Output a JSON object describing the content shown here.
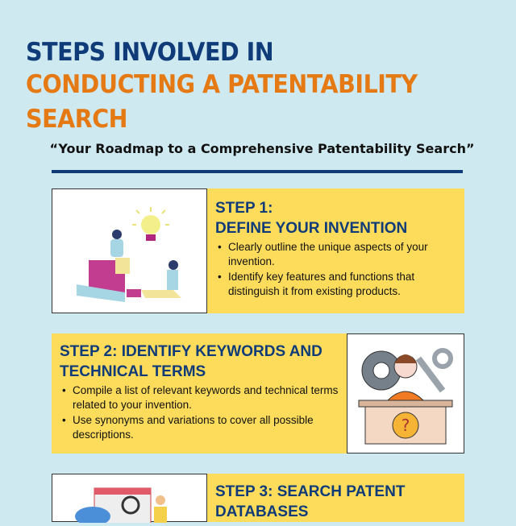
{
  "title": {
    "line1": "STEPS INVOLVED IN",
    "line2": "CONDUCTING A PATENTABILITY",
    "line3": "SEARCH"
  },
  "subtitle": "“Your Roadmap to a Comprehensive Patentability Search”",
  "colors": {
    "background": "#cfe9f1",
    "card": "#fddc5c",
    "navy": "#0f3b78",
    "orange": "#e57a14"
  },
  "steps": [
    {
      "title1": "STEP 1:",
      "title2": "DEFINE YOUR INVENTION",
      "bullets": [
        "Clearly outline the unique aspects of your invention.",
        "Identify key features and functions that distinguish it from existing products."
      ],
      "illustration": "team-lightbulb-illustration"
    },
    {
      "title1": "STEP 2: IDENTIFY KEYWORDS AND",
      "title2": "TECHNICAL TERMS",
      "bullets": [
        "Compile a list of relevant keywords and technical terms related to your invention.",
        "Use synonyms and variations to cover all possible descriptions."
      ],
      "illustration": "person-gears-question-illustration"
    },
    {
      "title1": "STEP 3: SEARCH PATENT",
      "title2": "DATABASES",
      "bullets": [],
      "illustration": "database-search-illustration"
    }
  ]
}
